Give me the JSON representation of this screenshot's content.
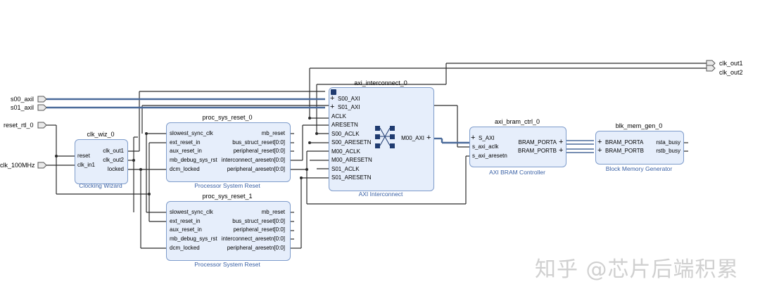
{
  "ports_in": {
    "s00_axil": "s00_axil",
    "s01_axil": "s01_axil",
    "reset_rtl_0": "reset_rtl_0",
    "clk_100MHz": "clk_100MHz"
  },
  "ports_out": {
    "clk_out1": "clk_out1",
    "clk_out2": "clk_out2"
  },
  "clk_wiz": {
    "name": "clk_wiz_0",
    "subtitle": "Clocking Wizard",
    "in_pins": [
      "reset",
      "clk_in1"
    ],
    "out_pins": [
      "clk_out1",
      "clk_out2",
      "locked"
    ]
  },
  "psr0": {
    "name": "proc_sys_reset_0",
    "subtitle": "Processor System Reset",
    "in_pins": [
      "slowest_sync_clk",
      "ext_reset_in",
      "aux_reset_in",
      "mb_debug_sys_rst",
      "dcm_locked"
    ],
    "out_pins": [
      "mb_reset",
      "bus_struct_reset[0:0]",
      "peripheral_reset[0:0]",
      "interconnect_aresetn[0:0]",
      "peripheral_aresetn[0:0]"
    ]
  },
  "psr1": {
    "name": "proc_sys_reset_1",
    "subtitle": "Processor System Reset",
    "in_pins": [
      "slowest_sync_clk",
      "ext_reset_in",
      "aux_reset_in",
      "mb_debug_sys_rst",
      "dcm_locked"
    ],
    "out_pins": [
      "mb_reset",
      "bus_struct_reset[0:0]",
      "peripheral_reset[0:0]",
      "interconnect_aresetn[0:0]",
      "peripheral_aresetn[0:0]"
    ]
  },
  "axi_ic": {
    "name": "axi_interconnect_0",
    "subtitle": "AXI Interconnect",
    "in_pins": [
      "S00_AXI",
      "S01_AXI",
      "ACLK",
      "ARESETN",
      "S00_ACLK",
      "S00_ARESETN",
      "M00_ACLK",
      "M00_ARESETN",
      "S01_ACLK",
      "S01_ARESETN"
    ],
    "out_pin": "M00_AXI"
  },
  "bram_ctrl": {
    "name": "axi_bram_ctrl_0",
    "subtitle": "AXI BRAM Controller",
    "in_pins": [
      "S_AXI",
      "s_axi_aclk",
      "s_axi_aresetn"
    ],
    "out_pins": [
      "BRAM_PORTA",
      "BRAM_PORTB"
    ]
  },
  "blk_mem": {
    "name": "blk_mem_gen_0",
    "subtitle": "Block Memory Generator",
    "in_pins": [
      "BRAM_PORTA",
      "BRAM_PORTB"
    ],
    "out_pins": [
      "rsta_busy",
      "rstb_busy"
    ]
  },
  "watermark": "知乎 @芯片后端积累",
  "colors": {
    "block_fill": "#e6eefb",
    "block_border": "#7e9ccb",
    "wire": "#2b2b2b",
    "bus": "#4a6a9a",
    "subtitle": "#3b62a6"
  }
}
